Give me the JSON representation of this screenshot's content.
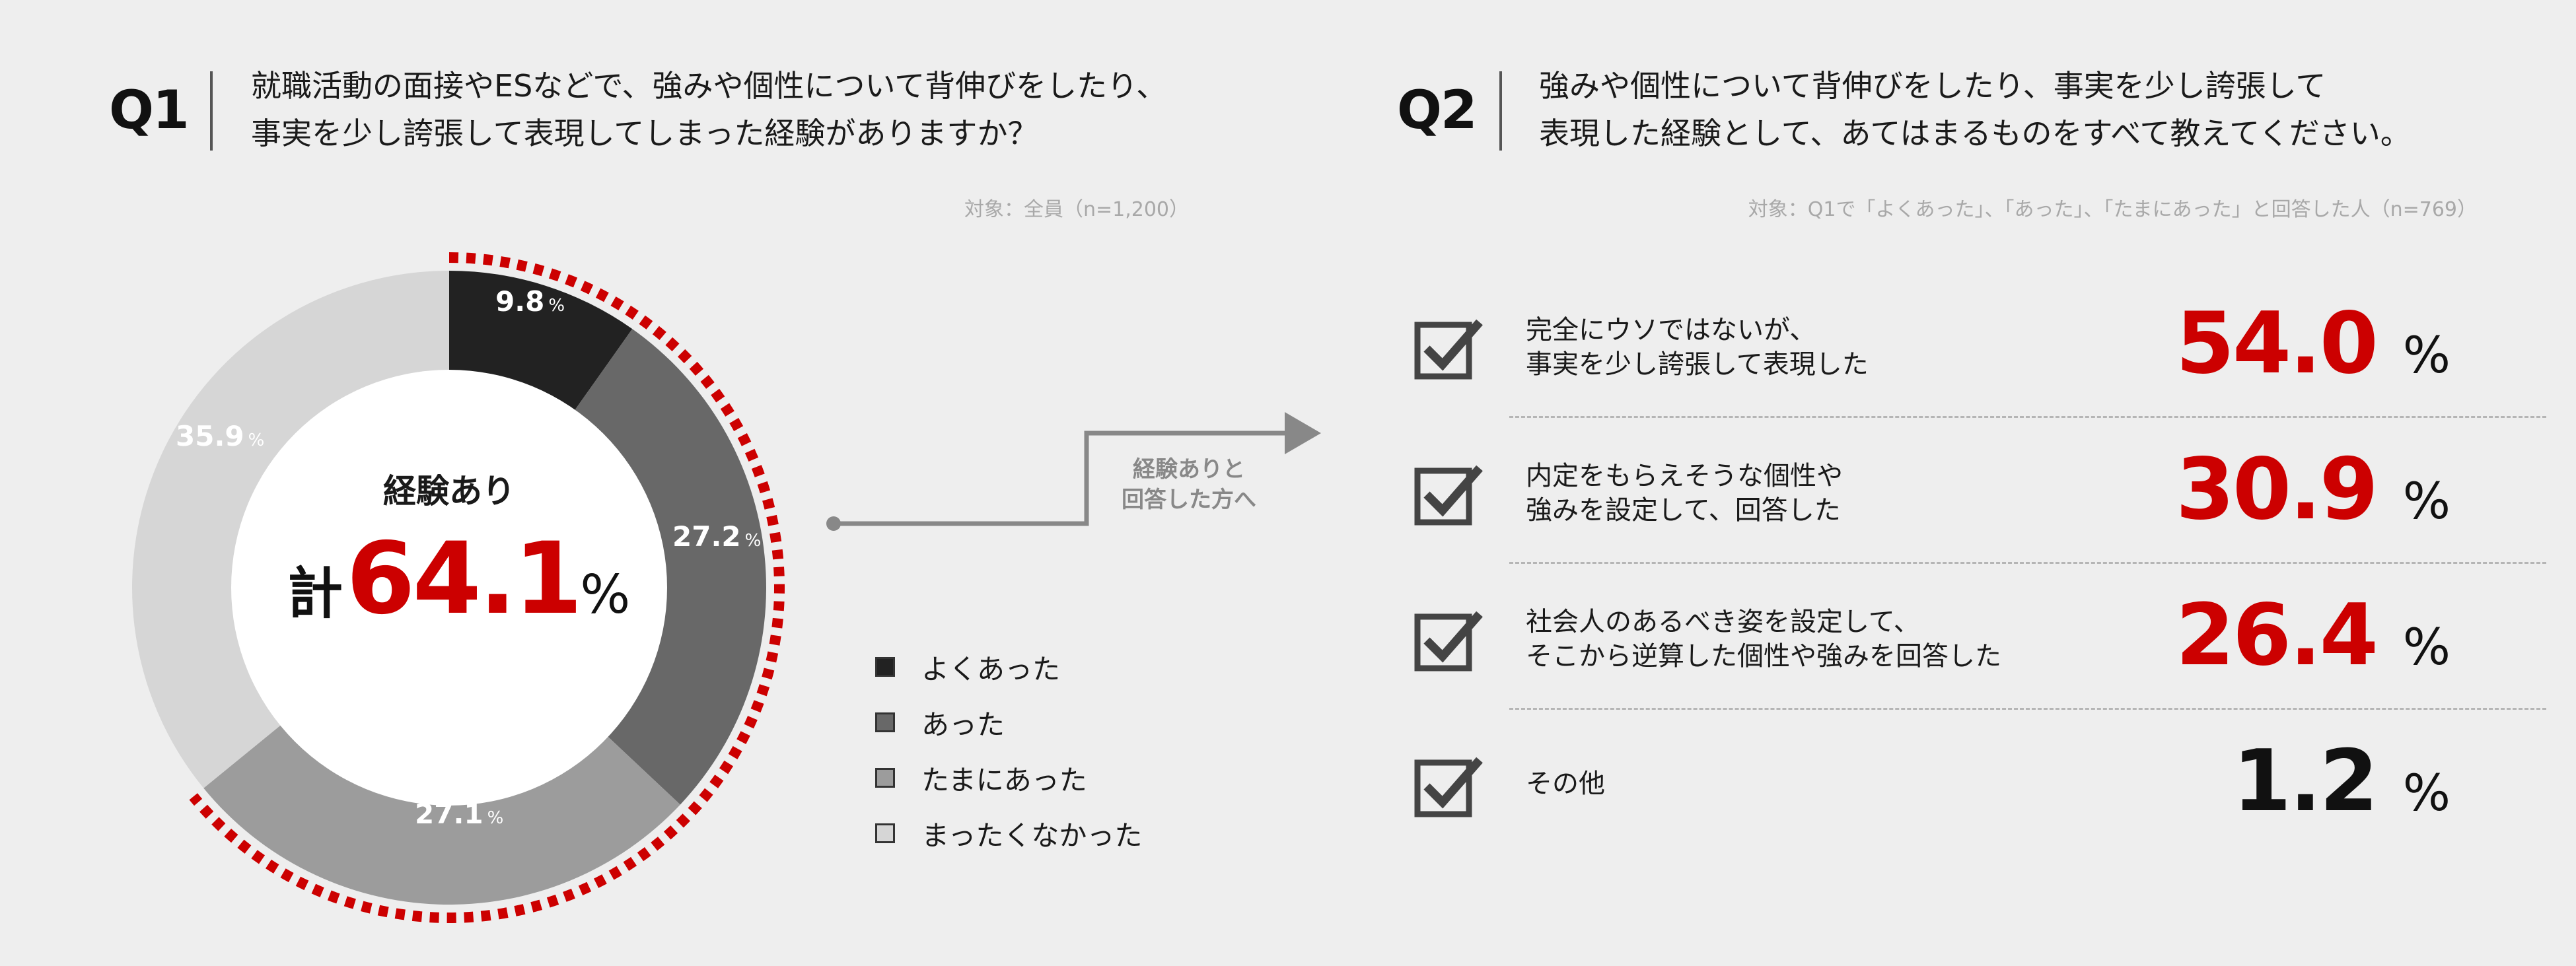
{
  "q1": {
    "label": "Q1",
    "title_line1": "就職活動の面接やESなどで、強みや個性について背伸びをしたり、",
    "title_line2": "事実を少し誇張して表現してしまった経験がありますか？",
    "note": "対象：全員（n=1,200）",
    "center_title": "経験あり",
    "total_prefix": "計",
    "total_value": "64.1",
    "total_unit": "%"
  },
  "q2": {
    "label": "Q2",
    "title_line1": "強みや個性について背伸びをしたり、事実を少し誇張して",
    "title_line2": "表現した経験として、あてはまるものをすべて教えてください。",
    "note": "対象：Q1で「よくあった」、「あった」、「たまにあった」と回答した人（n=769）",
    "unit": "%",
    "items": [
      {
        "line1": "完全にウソではないが、",
        "line2": "事実を少し誇張して表現した",
        "value": "54.0",
        "color": "#cc0000"
      },
      {
        "line1": "内定をもらえそうな個性や",
        "line2": "強みを設定して、回答した",
        "value": "30.9",
        "color": "#cc0000"
      },
      {
        "line1": "社会人のあるべき姿を設定して、",
        "line2": "そこから逆算した個性や強みを回答した",
        "value": "26.4",
        "color": "#cc0000"
      },
      {
        "line1": "その他",
        "line2": "",
        "value": "1.2",
        "color": "#111111"
      }
    ]
  },
  "arrow": {
    "line1": "経験ありと",
    "line2": "回答した方へ"
  },
  "chart_data": [
    {
      "type": "pie",
      "subtype": "donut",
      "unit": "%",
      "categories": [
        "よくあった",
        "あった",
        "たまにあった",
        "まったくなかった"
      ],
      "values": [
        9.8,
        27.2,
        27.1,
        35.9
      ],
      "colors": [
        "#222222",
        "#686868",
        "#9c9c9c",
        "#d6d6d6"
      ],
      "highlight": {
        "categories": [
          "よくあった",
          "あった",
          "たまにあった"
        ],
        "total": 64.1,
        "color": "#cc0000"
      },
      "legend_position": "right"
    },
    {
      "type": "bar",
      "unit": "%",
      "categories": [
        "完全にウソではないが、事実を少し誇張して表現した",
        "内定をもらえそうな個性や強みを設定して、回答した",
        "社会人のあるべき姿を設定して、そこから逆算した個性や強みを回答した",
        "その他"
      ],
      "values": [
        54.0,
        30.9,
        26.4,
        1.2
      ]
    }
  ]
}
